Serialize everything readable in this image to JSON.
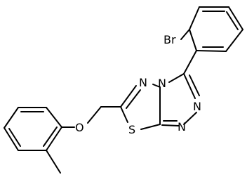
{
  "molecule": {
    "atoms": {
      "br": "Br",
      "o": "O",
      "s": "S",
      "n1": "N",
      "n2": "N",
      "n3": "N",
      "n4": "N"
    }
  }
}
